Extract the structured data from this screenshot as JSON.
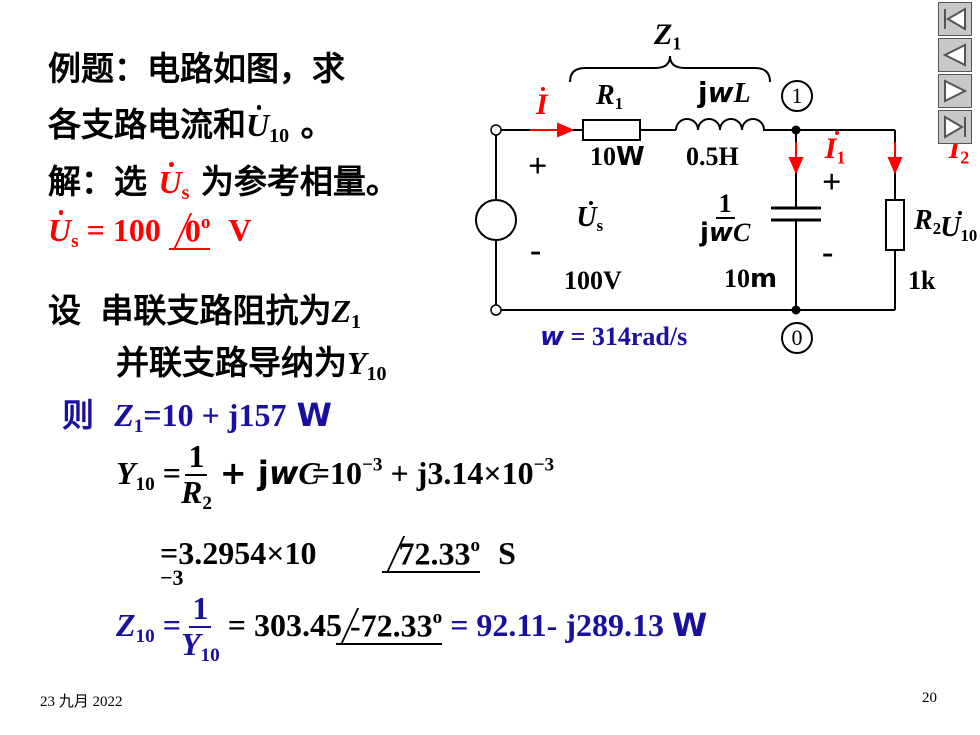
{
  "problem": {
    "line1": "例题：电路如图，求",
    "line2_prefix": "各支路电流和",
    "line2_sym": "U",
    "line2_sub": "10",
    "line2_suffix": "。"
  },
  "solution": {
    "prefix": "解：选",
    "sym": "U",
    "sub": "s",
    "suffix": "为参考相量。"
  },
  "us_eq": {
    "sym": "U",
    "sub": "s",
    "eq": "= 100",
    "angle": "0",
    "deg": "o",
    "unit": "V"
  },
  "assume": {
    "prefix": "设",
    "line1": "串联支路阻抗为",
    "line1_var": "Z",
    "line1_sub": "1",
    "line2": "并联支路导纳为",
    "line2_var": "Y",
    "line2_sub": "10"
  },
  "eq1": {
    "then": "则",
    "var": "Z",
    "sub": "1",
    "rhs": "=10 + j157",
    "unit": "W"
  },
  "eq2": {
    "lhs": "Y",
    "lhs_sub": "10",
    "eq": "=",
    "frac_num": "1",
    "frac_den": "R",
    "frac_den_sub": "2",
    "plus": "+ j",
    "w": "w",
    "c": "C",
    "rhs": "=10",
    "exp1": "−3",
    "rhs2": "+ j3.14×10",
    "exp2": "−3"
  },
  "eq3": {
    "eq": "=",
    "value": "3.2954×10",
    "exp": "−3",
    "angle": "72.33",
    "deg": "o",
    "unit": "S"
  },
  "eq4": {
    "lhs": "Z",
    "lhs_sub": "10",
    "eq": "=",
    "frac_num": "1",
    "frac_den": "Y",
    "frac_den_sub": "10",
    "mid": "= 303.45",
    "angle": "-72.33",
    "deg": "o",
    "rhs": "= 92.11- j289.13",
    "unit": "W"
  },
  "circuit": {
    "z1_label": "Z",
    "z1_sub": "1",
    "i_label": "I",
    "r1_label": "R",
    "r1_sub": "1",
    "jwl_j": "j",
    "jwl_w": "w",
    "jwl_l": "L",
    "node1": "1",
    "r1_value": "10",
    "r1_unit": "W",
    "l_value": "0.5H",
    "i1_label": "I",
    "i1_sub": "1",
    "i2_label": "I",
    "i2_sub": "2",
    "plus_left": "+",
    "plus_mid": "+",
    "minus_left": "-",
    "minus_mid": "-",
    "us_label": "U",
    "us_sub": "s",
    "cap_num": "1",
    "cap_den_j": "j",
    "cap_den_w": "w",
    "cap_den_c": "C",
    "u10_label": "U",
    "u10_sub": "10",
    "r2_label": "R",
    "r2_sub": "2",
    "source_value": "100V",
    "cap_value_num": "10",
    "cap_value_unit": "m",
    "r2_value": "1k",
    "omega_w": "w",
    "omega_rest": "= 314rad/s",
    "node0": "0"
  },
  "footer": {
    "date": "23 九月 2022",
    "page": "20"
  }
}
